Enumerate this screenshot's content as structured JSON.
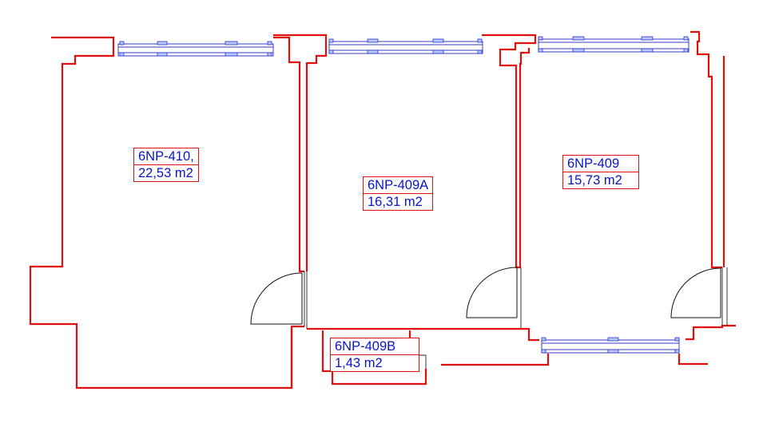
{
  "rooms": [
    {
      "id": "6NP-410,",
      "area": "22,53 m2"
    },
    {
      "id": "6NP-409A",
      "area": "16,31 m2"
    },
    {
      "id": "6NP-409",
      "area": "15,73 m2"
    },
    {
      "id": "6NP-409B",
      "area": "1,43 m2"
    }
  ],
  "colors": {
    "wall": "#e01010",
    "label_text": "#0a14c8",
    "window": "#3a3acb"
  }
}
